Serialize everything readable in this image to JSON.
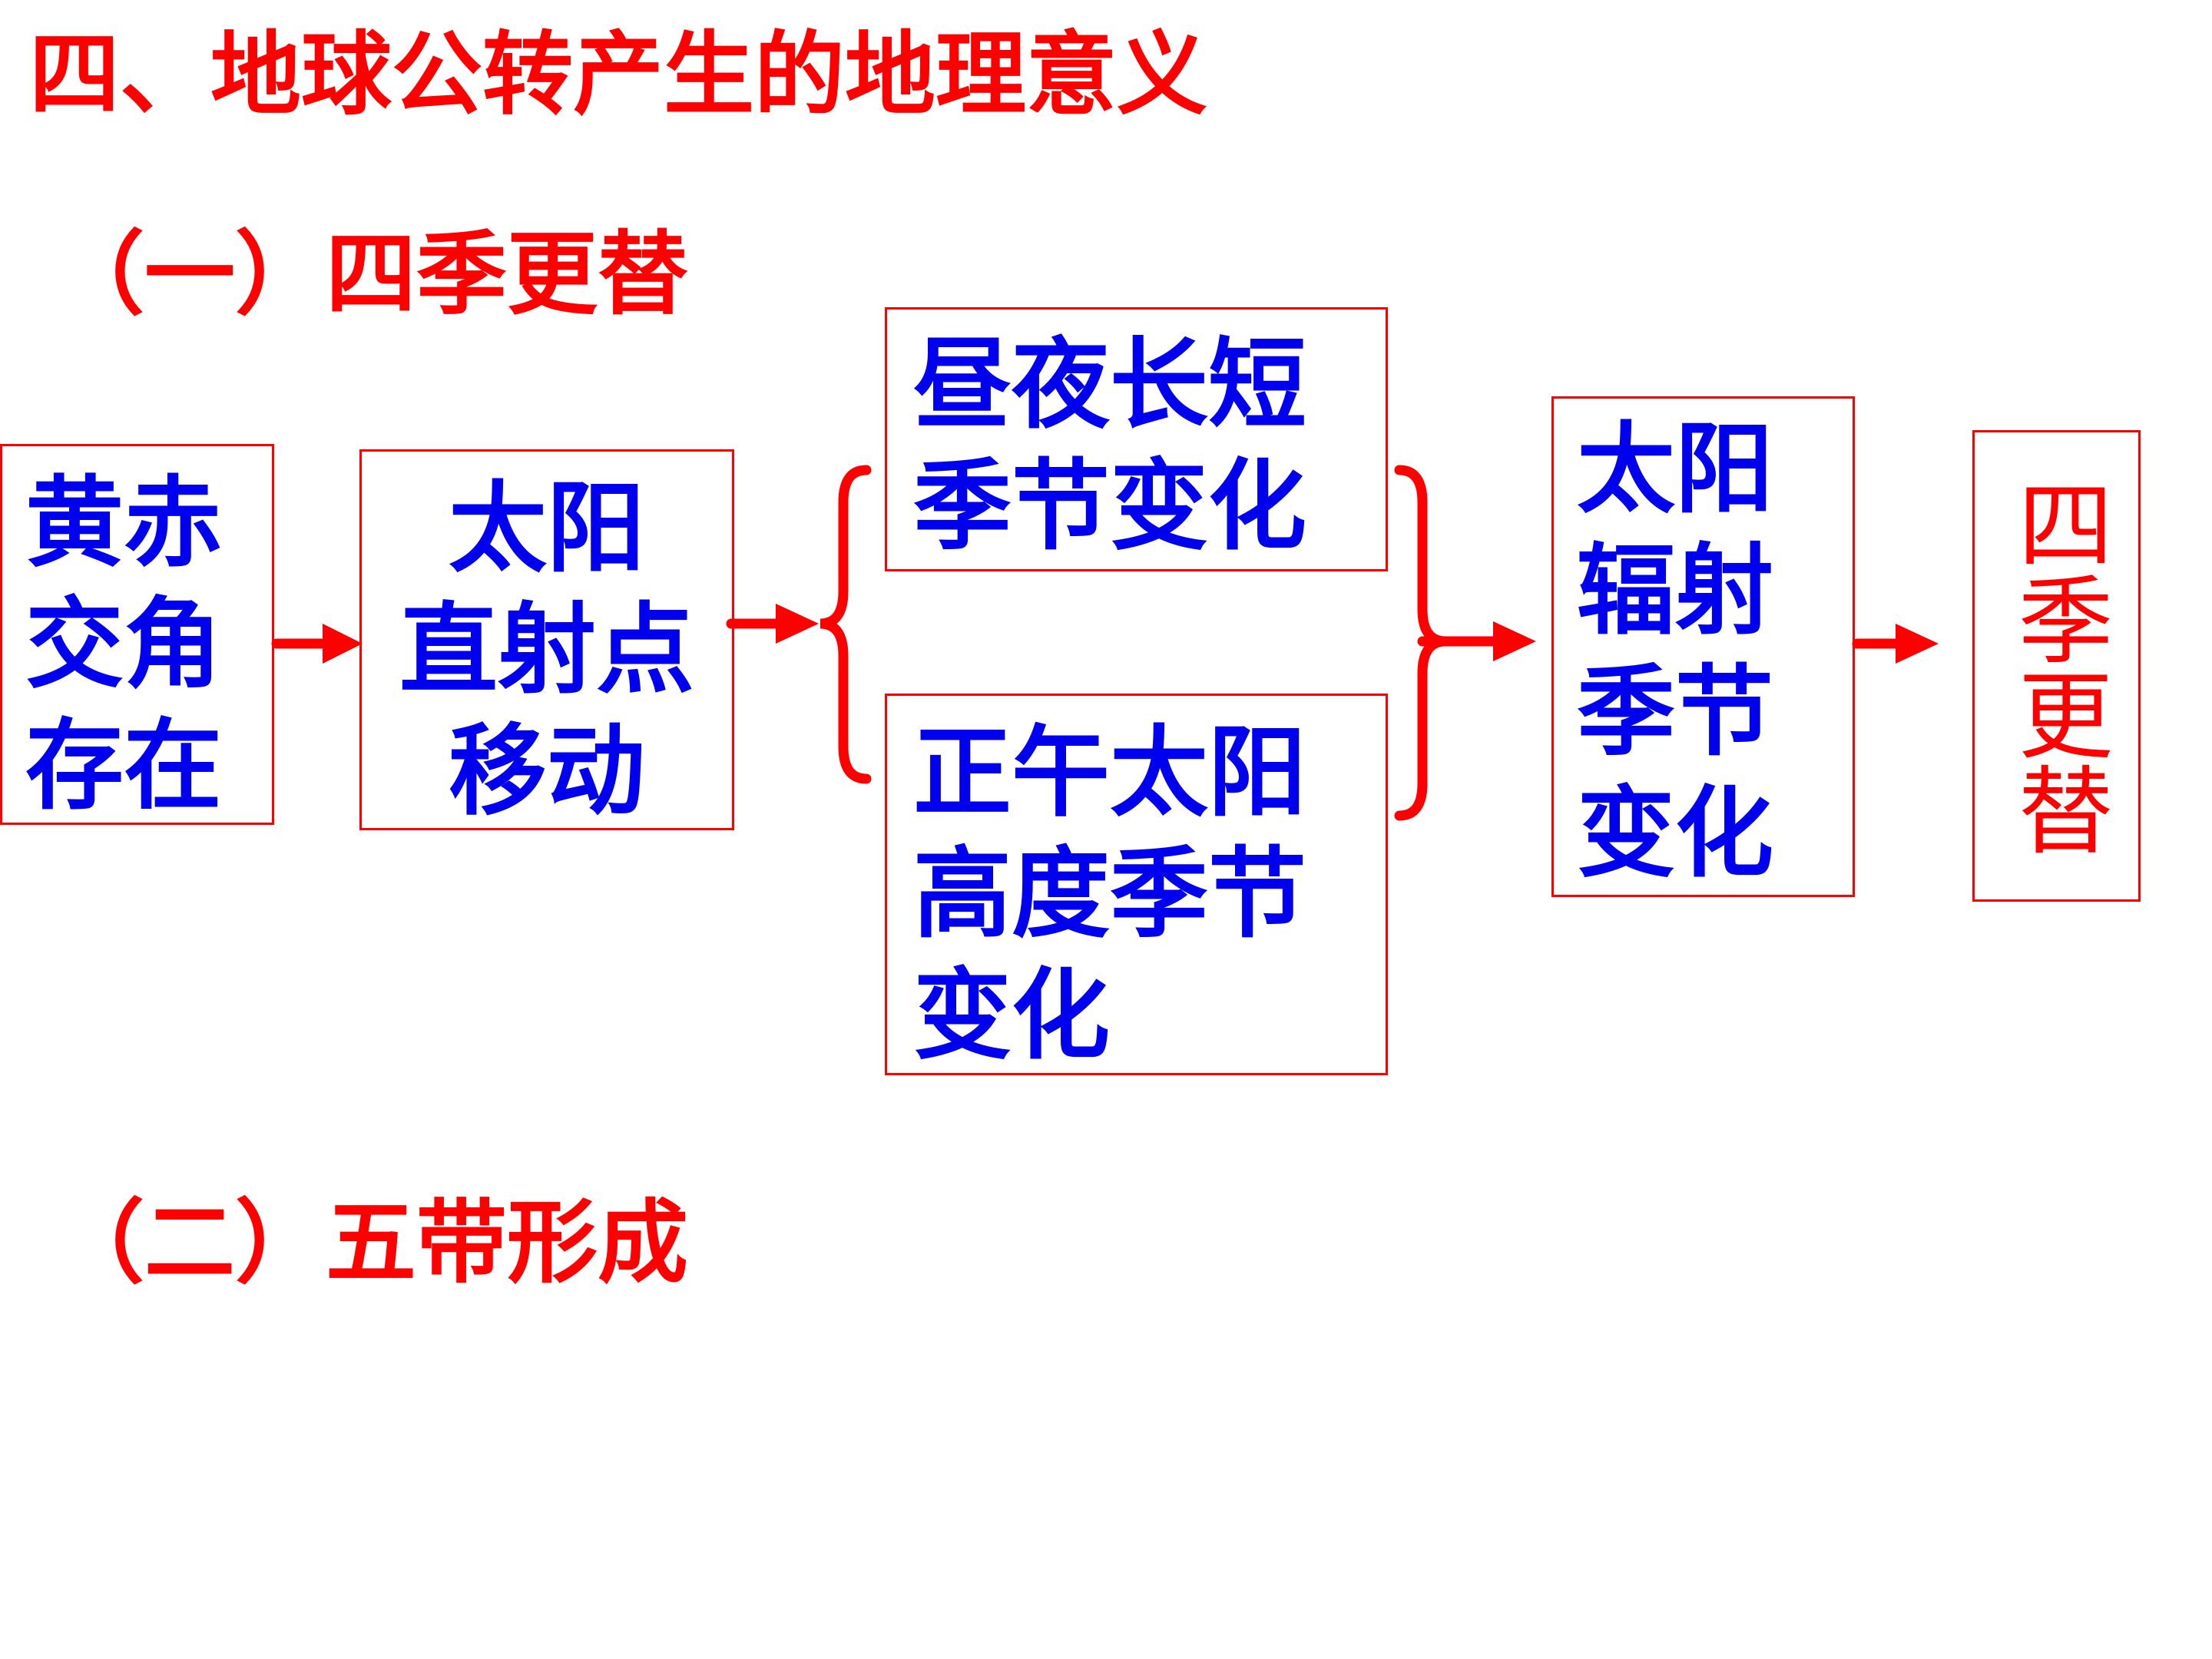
{
  "title": "四、地球公转产生的地理意义",
  "section_one": "（一）四季更替",
  "section_two": "（二）五带形成",
  "diagram": {
    "box1": [
      "黄赤",
      "交角",
      "存在"
    ],
    "box2": [
      "太阳",
      "直射点",
      "移动"
    ],
    "box3": [
      "昼夜长短",
      "季节变化"
    ],
    "box4": [
      "正午太阳",
      "高度季节",
      "变化"
    ],
    "box5": [
      "太阳",
      "辐射",
      "季节",
      "变化"
    ],
    "box6": "四季更替"
  },
  "colors": {
    "heading": "#ff0000",
    "box_text": "#0000ee",
    "border": "#ff0000",
    "arrow": "#ff0000"
  }
}
